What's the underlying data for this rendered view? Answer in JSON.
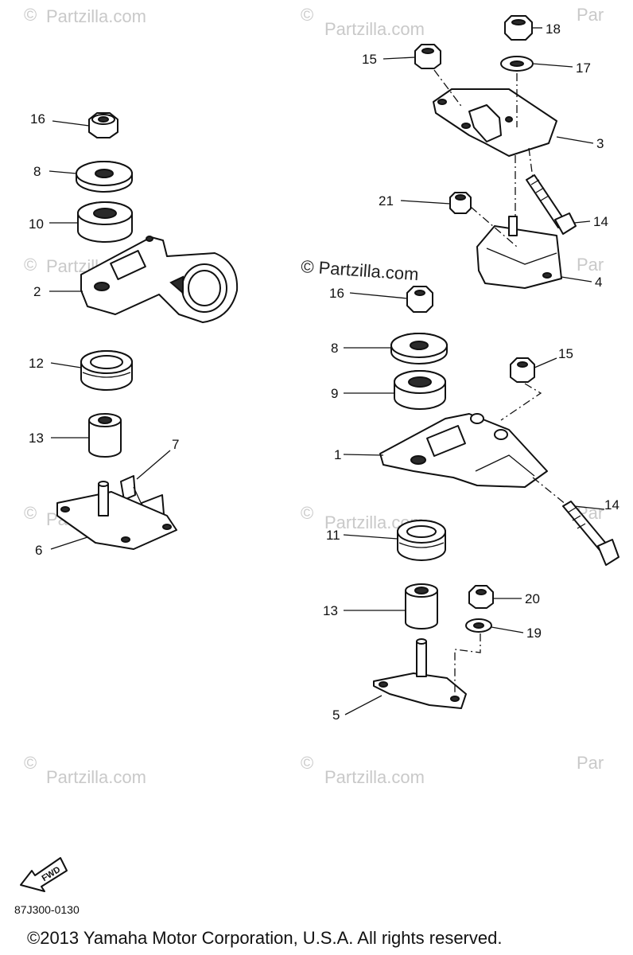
{
  "watermark": "Partzilla.com",
  "watermark_copyright": "© Partzilla.com",
  "watermark_partial": "Par",
  "copyright_symbol": "©",
  "callouts": {
    "c1": "1",
    "c2": "2",
    "c3": "3",
    "c4": "4",
    "c5": "5",
    "c6": "6",
    "c7": "7",
    "c8a": "8",
    "c8b": "8",
    "c9": "9",
    "c10": "10",
    "c11": "11",
    "c12": "12",
    "c13a": "13",
    "c13b": "13",
    "c14a": "14",
    "c14b": "14",
    "c15a": "15",
    "c15b": "15",
    "c16a": "16",
    "c16b": "16",
    "c17": "17",
    "c18": "18",
    "c19": "19",
    "c20": "20",
    "c21": "21"
  },
  "fwd_label": "FWD",
  "diagram_code": "87J300-0130",
  "copyright": "©2013  Yamaha Motor Corporation, U.S.A. All rights reserved."
}
